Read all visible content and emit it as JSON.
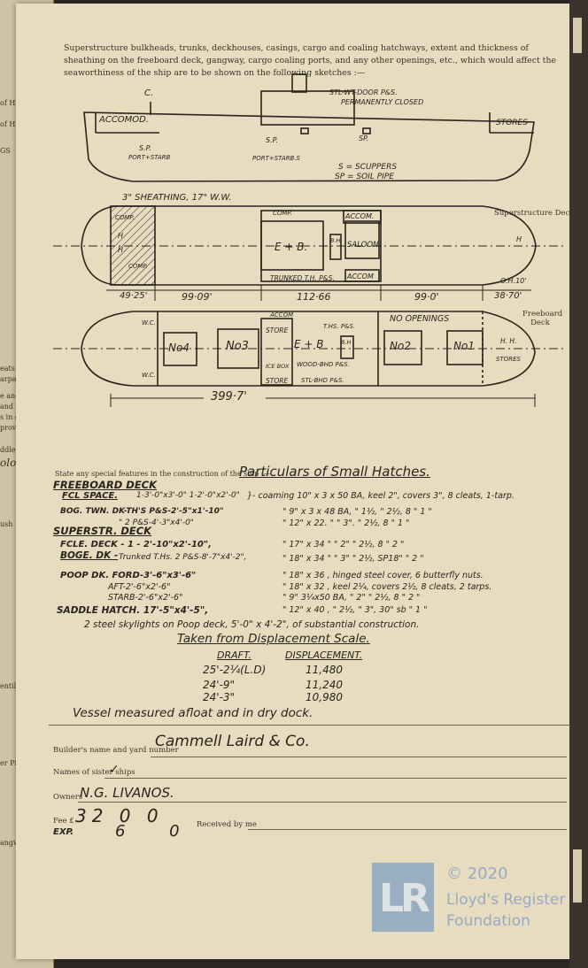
{
  "header_text": "Superstructure bulkheads, trunks, deckhouses, casings, cargo and coaling hatchways, extent and thickness of sheathing on the freeboard deck, gangway, cargo coaling ports, and any other openings, etc., which would affect the seaworthiness of the ship are to be shown on the following sketches :—",
  "left_edge_fragments": [
    "of Ha",
    "of Ha",
    "GS",
    "eats",
    "arpaul",
    "e and",
    "and we",
    "s in g",
    "provid",
    "ddley,",
    "olo",
    "ush Bu",
    "entilat",
    "er Pipes",
    "angway"
  ],
  "profile": {
    "labels": {
      "c": "C.",
      "accomod": "ACCOMOD.",
      "stores": "STORES",
      "door": "STL-WT-DOOR P&S.",
      "door2": "PERMANENTLY CLOSED",
      "sp1": "S.P.",
      "port_stbd1": "PORT+STARB",
      "sp2": "S.P.",
      "port_stbd2": "PORT+STARB.S",
      "sp3": "SP.",
      "s": "S"
    },
    "legend1": "S = SCUPPERS",
    "legend2": "SP = SOIL PIPE"
  },
  "superstructure_plan": {
    "sheathing": "3\" SHEATHING, 17\" W.W.",
    "title": "Superstructure Deck",
    "comp1": "COMP.",
    "comp2": "COMP.",
    "comp3": "COMP.",
    "eb": "E + B.",
    "accom1": "ACCOM.",
    "accom2": "ACCOM",
    "saloon": "SALOON",
    "trunked": "TRUNKED T.H. P&S.",
    "bh": "B.H",
    "h1": "H",
    "h2": "H",
    "h3": "H",
    "dims": [
      "49·25'",
      "99·09'",
      "112·66",
      "99·0'",
      "38·70'"
    ],
    "oh": "O.H.10'"
  },
  "freeboard_plan": {
    "title": "Freeboard Deck",
    "accom": "ACCOM",
    "store1": "STORE",
    "store2": "STORE",
    "eb": "E + B",
    "ths": "T.HS. P&S.",
    "wc1": "W.C.",
    "wc2": "W.C.",
    "ice": "ICE BOX",
    "wood": "WOOD-BHD P&S.",
    "stl": "STL-BHD P&S.",
    "no4": "No4",
    "no3": "No3",
    "no2": "No2",
    "no1": "No1",
    "no_openings": "NO OPENINGS",
    "stores": "STORES",
    "hh": "H. H.",
    "bh": "B.H",
    "length": "399·7'"
  },
  "special_features_label": "State any special features in the construction of the ship :—",
  "special_features_title": "Particulars of Small Hatches.",
  "freeboard_deck": "FREEBOARD DECK",
  "hatch_rows": [
    {
      "name": "FCL SPACE.",
      "size": "1-3'-0\"x3'-0\" 1-2'-0\"x2'-0\"",
      "desc": "}- coaming 10\" x 3 x 50 BA, keel 2\", covers 3\", 8 cleats, 1-tarp."
    },
    {
      "name": "BOG. TWN. DK-TH'S P&S-2'-5\"x1'-10\"",
      "size": "",
      "desc": "\" 9\" x 3 x 48 BA, \" 1½, \" 2½, 8 \" 1 \""
    },
    {
      "name": "",
      "size": "\" 2 P&S-4'-3\"x4'-0\"",
      "desc": "\" 12\" x 22. \" \" 3\". \" 2½, 8 \" 1 \""
    },
    {
      "name": "SUPERSTR. DECK",
      "size": "",
      "desc": ""
    },
    {
      "name": "FCLE. DECK - 1 - 2'-10\"x2'-10\",",
      "size": "",
      "desc": "\" 17\" x 34 \" \" 2\" \" 2½, 8 \" 2 \""
    },
    {
      "name": "BOGE. DK -",
      "size": "Trunked T.Hs. 2 P&S-8'-7\"x4'-2\",",
      "desc": "\" 18\" x 34 \" \" 3\" \" 2½, SP18\" \" 2 \""
    },
    {
      "name": "POOP DK. FORD-3'-6\"x3'-6\"",
      "size": "",
      "desc": "\" 18\" x 36 , hinged steel cover, 6 butterfly nuts."
    },
    {
      "name": "AFT-2'-6\"x2'-6\"",
      "size": "",
      "desc": "\" 18\" x 32 , keel 2¼, covers 2½, 8 cleats, 2 tarps."
    },
    {
      "name": "STARB-2'-6\"x2'-6\"",
      "size": "",
      "desc": "\" 9\" 3¼x50 BA, \" 2\" \" 2½, 8 \" 2 \""
    },
    {
      "name": "SADDLE HATCH. 17'-5\"x4'-5\",",
      "size": "",
      "desc": "\" 12\" x 40 , \" 2½, \" 3\", 30\" sb \" 1 \""
    }
  ],
  "skylights": "2 steel skylights on Poop deck, 5'-0\" x 4'-2\", of substantial construction.",
  "displacement_title": "Taken from Displacement Scale.",
  "displacement_headers": [
    "DRAFT.",
    "DISPLACEMENT."
  ],
  "displacement_rows": [
    [
      "25'-2¼(L.D)",
      "11,480"
    ],
    [
      "24'-9\"",
      "11,240"
    ],
    [
      "24'-3\"",
      "10,980"
    ]
  ],
  "measured_note": "Vessel measured afloat and in dry dock.",
  "builder_label": "Builder's name and yard number",
  "builder_value": "Cammell Laird & Co.",
  "sister_label": "Names of sister ships",
  "sister_value": "✓",
  "owners_label": "Owners",
  "owners_value": "N.G. LIVANOS.",
  "fee_label": "Fee £",
  "fee_value": "32 0 0",
  "exp_label": "EXP.",
  "exp_value": "6 0",
  "received_label": "Received by me",
  "watermark": {
    "year": "© 2020",
    "line1": "Lloyd's Register",
    "line2": "Foundation",
    "logo": "LR"
  }
}
